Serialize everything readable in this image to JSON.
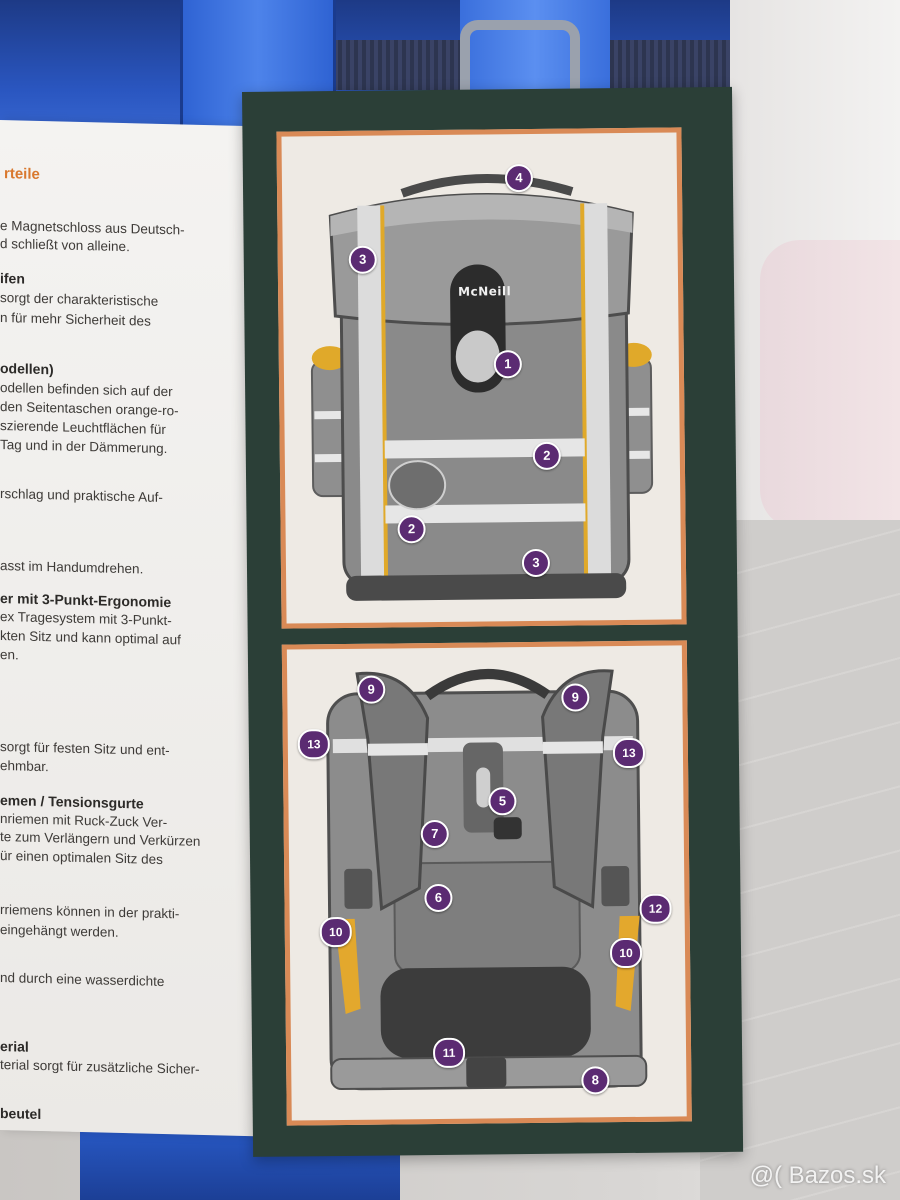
{
  "leaflet": {
    "lines": [
      "rteile",
      "e Magnetschloss aus Deutsch-",
      "d schließt von alleine.",
      "ifen",
      "sorgt der charakteristische",
      "n für mehr Sicherheit des",
      "odellen)",
      "odellen befinden sich auf der",
      "den Seitentaschen orange-ro-",
      "szierende Leuchtflächen für",
      "Tag und in der Dämmerung.",
      "rschlag und praktische Auf-",
      "asst im Handumdrehen.",
      "er mit 3-Punkt-Ergonomie",
      "ex Tragesystem mit 3-Punkt-",
      "kten Sitz und kann optimal auf",
      "en.",
      "sorgt für festen Sitz und ent-",
      "ehmbar.",
      "emen / Tensionsgurte",
      "nriemen mit Ruck-Zuck Ver-",
      "te zum Verlängern und Verkürzen",
      "ür einen optimalen Sitz des",
      "rriemens können in der prakti-",
      "eingehängt werden.",
      "nd durch eine wasserdichte",
      "erial",
      "terial sorgt für zusätzliche Sicher-",
      "beutel"
    ]
  },
  "front_panel": {
    "labels": [
      "4",
      "3",
      "1",
      "2",
      "2",
      "3"
    ],
    "logo": "McNeill"
  },
  "back_panel": {
    "labels": [
      "9",
      "9",
      "13",
      "13",
      "5",
      "7",
      "6",
      "12",
      "10",
      "10",
      "11",
      "8"
    ]
  },
  "colors": {
    "page_green": "#2b3f37",
    "panel_border": "#d98a56",
    "label_purple": "#5b2b72",
    "heading_orange": "#d9782e"
  },
  "watermark": "@( Bazos.sk"
}
